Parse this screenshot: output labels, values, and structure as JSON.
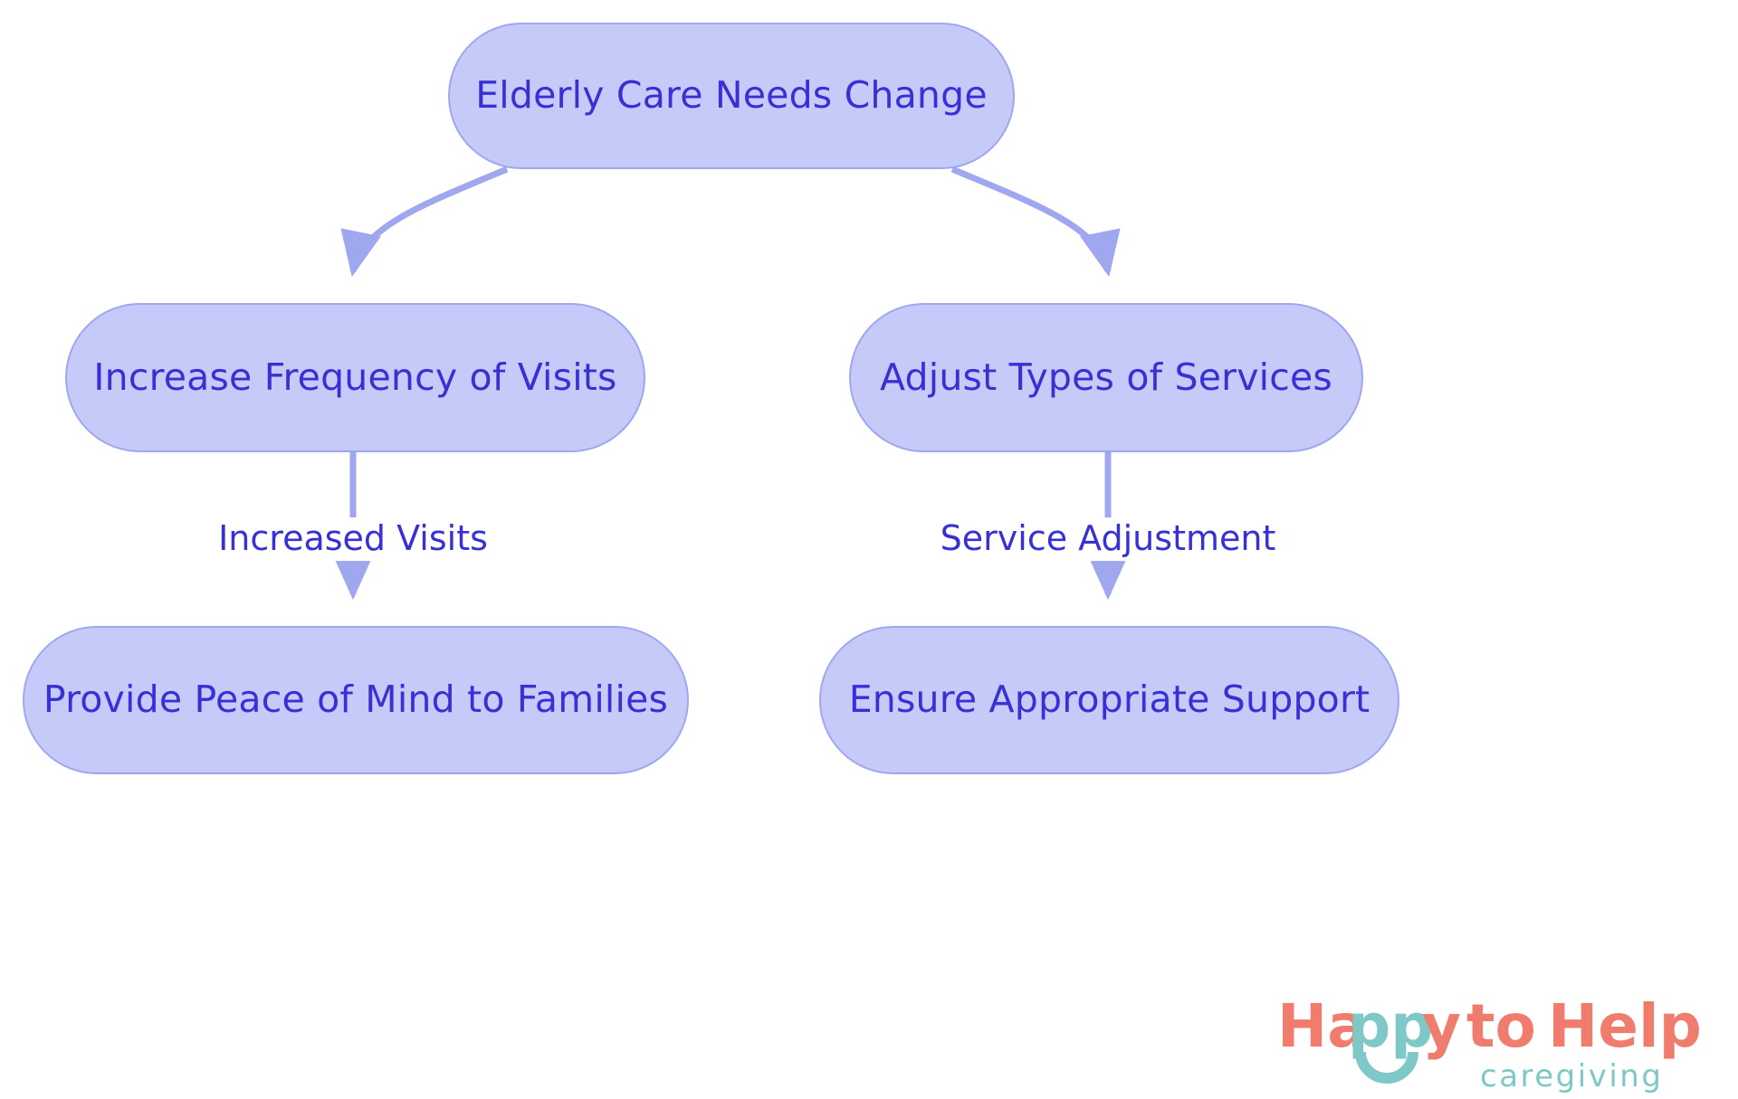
{
  "diagram": {
    "type": "flowchart",
    "direction": "top-down",
    "background_color": "#FFFFFF",
    "node_fill_color": "#C5CAF9",
    "node_border_color": "#9FA8EF",
    "node_text_color": "#3730D4",
    "edge_color": "#9FA8EF",
    "nodes": [
      {
        "id": "root",
        "label": "Elderly Care Needs Change"
      },
      {
        "id": "increase-visits",
        "label": "Increase Frequency of Visits"
      },
      {
        "id": "adjust-services",
        "label": "Adjust Types of Services"
      },
      {
        "id": "peace-of-mind",
        "label": "Provide Peace of Mind to Families"
      },
      {
        "id": "appropriate-support",
        "label": "Ensure Appropriate Support"
      }
    ],
    "edges": [
      {
        "from": "root",
        "to": "increase-visits",
        "label": ""
      },
      {
        "from": "root",
        "to": "adjust-services",
        "label": ""
      },
      {
        "from": "increase-visits",
        "to": "peace-of-mind",
        "label": "Increased Visits"
      },
      {
        "from": "adjust-services",
        "to": "appropriate-support",
        "label": "Service Adjustment"
      }
    ]
  },
  "logo": {
    "word_happy": "Ha",
    "word_pp": "pp",
    "word_y": "y",
    "word_to": "to",
    "word_help": "Help",
    "tagline": "caregiving",
    "coral_color": "#F07C6E",
    "teal_color": "#7FC8C8"
  }
}
